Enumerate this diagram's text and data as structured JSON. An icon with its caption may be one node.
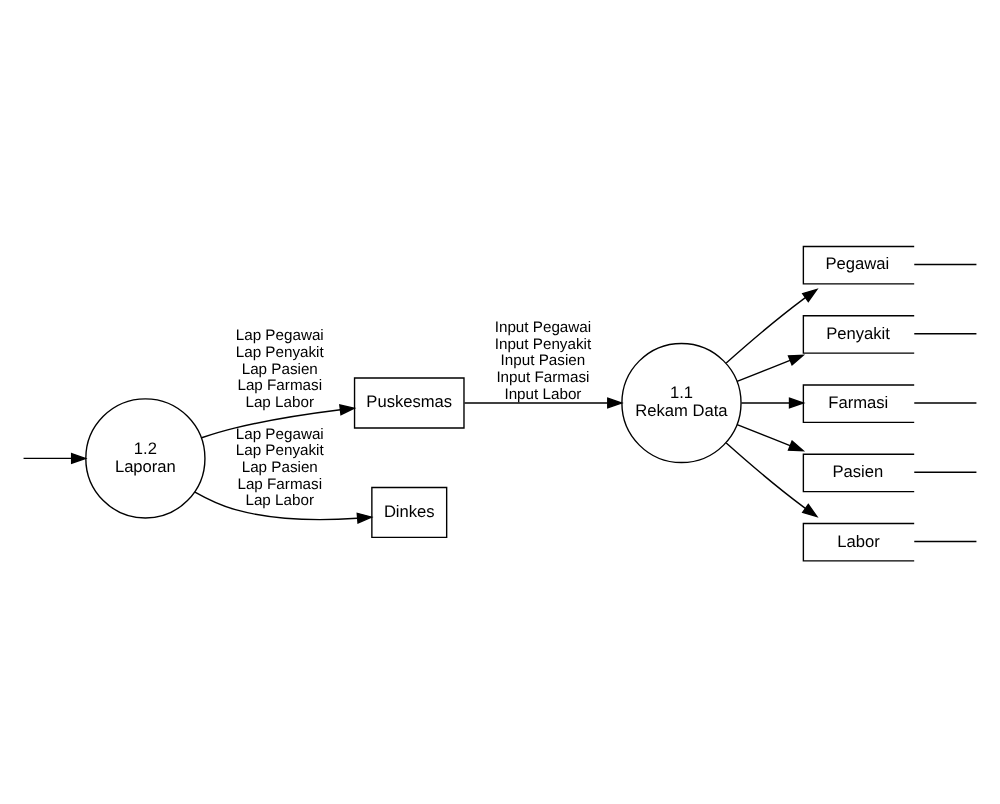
{
  "diagram": {
    "nodes": [
      {
        "text": [
          "Puskesmas"
        ]
      },
      {
        "text": [
          "1.1 Rekam Data"
        ]
      },
      {
        "text": [
          "Pegawai"
        ]
      },
      {
        "text": [
          "Penyakit"
        ]
      },
      {
        "text": [
          "Farmasi"
        ]
      },
      {
        "text": [
          "Pasien"
        ]
      },
      {
        "text": [
          "Labor"
        ]
      },
      {
        "text": [
          "1.2 Laporan"
        ]
      },
      {
        "text": [
          "Dinkes"
        ]
      }
    ],
    "edges": [
      {
        "from": 0,
        "to": 1,
        "arrow": "to",
        "label": "Input Pegawai Input Penyakit Input Pasien Input Farmasi Input Labor"
      },
      {
        "from": 1,
        "to": 2,
        "arrow": "to"
      },
      {
        "from": 1,
        "to": 3,
        "arrow": "to"
      },
      {
        "from": 1,
        "to": 4,
        "arrow": "to"
      },
      {
        "from": 1,
        "to": 5,
        "arrow": "to"
      },
      {
        "from": 1,
        "to": 6,
        "arrow": "to"
      },
      {
        "from": 2,
        "to": null,
        "arrow": "none"
      },
      {
        "from": 3,
        "to": null,
        "arrow": "none"
      },
      {
        "from": 4,
        "to": null,
        "arrow": "none"
      },
      {
        "from": 5,
        "to": null,
        "arrow": "none"
      },
      {
        "from": 6,
        "to": null,
        "arrow": "none"
      },
      {
        "from": null,
        "to": 7,
        "arrow": "to"
      },
      {
        "from": 7,
        "to": 0,
        "arrow": "to",
        "label": "Lap Pegawai Lap Penyakit Lap Pasien Lap Farmasi Lap Labor"
      },
      {
        "from": 7,
        "to": 8,
        "arrow": "to",
        "label": "Lap Pegawai Lap Penyakit Lap Pasien Lap Farmasi Lap Labor"
      }
    ]
  }
}
